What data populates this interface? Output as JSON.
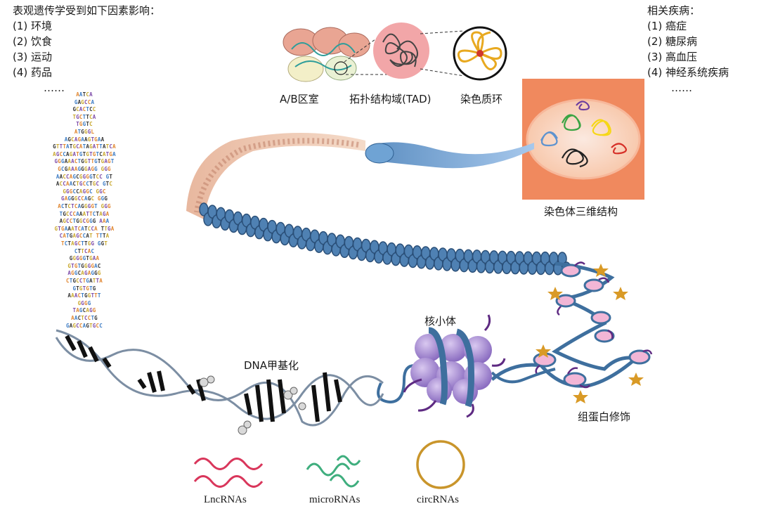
{
  "left_panel": {
    "title": "表观遗传学受到如下因素影响：",
    "items": [
      "(1) 环境",
      "(2) 饮食",
      "(3) 运动",
      "(4) 药品"
    ],
    "ellipsis": "……"
  },
  "right_panel": {
    "title": "相关疾病：",
    "items": [
      "(1) 癌症",
      "(2) 糖尿病",
      "(3) 高血压",
      "(4) 神经系统疾病"
    ],
    "ellipsis": "……"
  },
  "top_labels": {
    "ab": "A/B区室",
    "tad": "拓扑结构域(TAD)",
    "loop": "染色质环"
  },
  "structure_label": "染色体三维结构",
  "nucleosome_label": "核小体",
  "methylation_label": "DNA甲基化",
  "histone_label": "组蛋白修饰",
  "rna_labels": {
    "lnc": "LncRNAs",
    "micro": "microRNAs",
    "circ": "circRNAs"
  },
  "colors": {
    "chromatin_blue": "#3e6f9e",
    "nucleosome_purple": "#a58bd1",
    "histone_pink": "#f2b6d6",
    "star_gold": "#d99a26",
    "lnc_red": "#d9365b",
    "micro_green": "#3fae7e",
    "circ_gold": "#c9952b",
    "panel_orange": "#f0895e"
  },
  "dna_figure_rows": [
    "AATCA",
    "GAGCCA",
    "GCACTCC",
    "TGCTTCA",
    "TGGTC",
    "ATGGGL",
    "AGCAGAAGTGAA",
    "GTTTATGCATAGATTATCA",
    "AGCCAGATGTGTGTCATGA",
    "GGGAAACTGGTTGTGAGT",
    "GCGAAAGGGAGG GGG",
    "AACCAGCGGGGTCC GT",
    "ACCAACTGCCTGC GTC",
    "GGGCCAGGC GGC",
    "GAGGGCCAGC GGG",
    "ACTCTCAGGGGT GGG",
    "TGCCCAAATTCTAGA",
    "AGCCTGGCGGG AAA",
    "GTGAAATCATCCA TTGA",
    "CATGAGCCAT TTTA",
    "TCTAGCTTGG GGT",
    "CTTCAC",
    "GGGGGTGAA",
    "GTGTGGGGAC",
    "AGGCAGAGGG",
    "CTGCCTGATTA",
    "GTGTGTG",
    "AAACTGGTTT",
    "GGGG",
    "TAGCAGG",
    "AACTCCTG",
    "GAGCCAGTGCC"
  ]
}
